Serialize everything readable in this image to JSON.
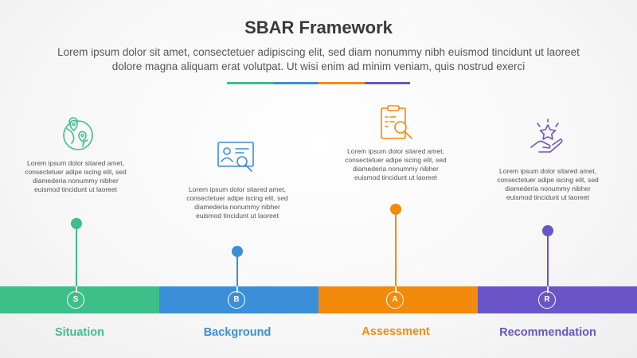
{
  "title": "SBAR Framework",
  "subtitle": "Lorem ipsum dolor sit amet, consectetuer adipiscing elit, sed diam nonummy nibh euismod tincidunt ut laoreet dolore magna aliquam erat volutpat. Ut wisi enim ad minim veniam, quis nostrud exerci",
  "colors": {
    "green": "#3dbf8a",
    "blue": "#3a8fd8",
    "orange": "#f28a0c",
    "purple": "#6a55c8"
  },
  "steps": [
    {
      "letter": "S",
      "label": "Situation",
      "icon": "globe-location-icon",
      "text": "Lorem ipsum dolor sitared amet, consectetuer adipe iscing elit, sed diamederia nonummy nibher euismod tincidunt ut laoreet"
    },
    {
      "letter": "B",
      "label": "Background",
      "icon": "id-card-search-icon",
      "text": "Lorem ipsum dolor sitared amet, consectetuer adipe iscing elit, sed diamederia nonummy nibher euismod tincidunt ut laoreet"
    },
    {
      "letter": "A",
      "label": "Assessment",
      "icon": "clipboard-search-icon",
      "text": "Lorem ipsum dolor sitared amet, consectetuer adipe iscing elit, sed diamederia nonummy nibher euismod tincidunt ut laoreet"
    },
    {
      "letter": "R",
      "label": "Recommendation",
      "icon": "hand-star-icon",
      "text": "Lorem ipsum dolor sitared amet, consectetuer adipe iscing elit, sed diamederia nonummy nibher euismod tincidunt ut laoreet"
    }
  ]
}
